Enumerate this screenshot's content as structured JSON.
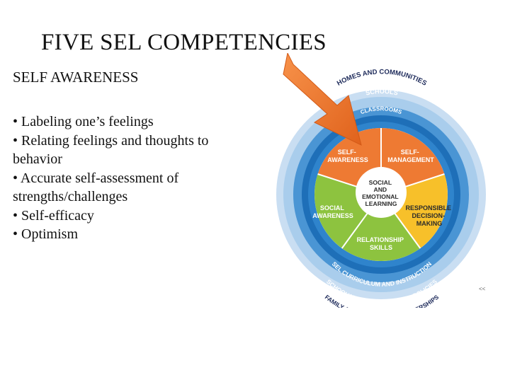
{
  "slide": {
    "title": "FIVE SEL COMPETENCIES",
    "subtitle": "SELF AWARENESS",
    "bullets": [
      "• Labeling one’s feelings",
      "• Relating feelings and thoughts to behavior",
      "• Accurate self-assessment of strengths/challenges",
      "• Self-efficacy",
      "• Optimism"
    ],
    "corner_mark": "<<"
  },
  "diagram": {
    "rings": {
      "outer_top": "HOMES AND COMMUNITIES",
      "schools": "SCHOOLS",
      "classrooms": "CLASSROOMS",
      "bottom_1": "SEL CURRICULUM AND INSTRUCTION",
      "bottom_2": "SCHOOLWIDE PRACTICES AND POLICIES",
      "bottom_3": "FAMILY AND COMMUNITY PARTNERSHIPS"
    },
    "segments": {
      "self_awareness": [
        "SELF-",
        "AWARENESS"
      ],
      "self_management": [
        "SELF-",
        "MANAGEMENT"
      ],
      "responsible_decision_making": [
        "RESPONSIBLE",
        "DECISION-",
        "MAKING"
      ],
      "relationship_skills": [
        "RELATIONSHIP",
        "SKILLS"
      ],
      "social_awareness": [
        "SOCIAL",
        "AWARENESS"
      ]
    },
    "center": [
      "SOCIAL",
      "AND",
      "EMOTIONAL",
      "LEARNING"
    ],
    "colors": {
      "orange": "#ee7a33",
      "yellow": "#f7c02a",
      "green": "#8dc33f",
      "ring_dark": "#1e6fb8",
      "ring_mid": "#4a95d4",
      "ring_light": "#a9cdec",
      "arrow": "#f07426"
    }
  }
}
